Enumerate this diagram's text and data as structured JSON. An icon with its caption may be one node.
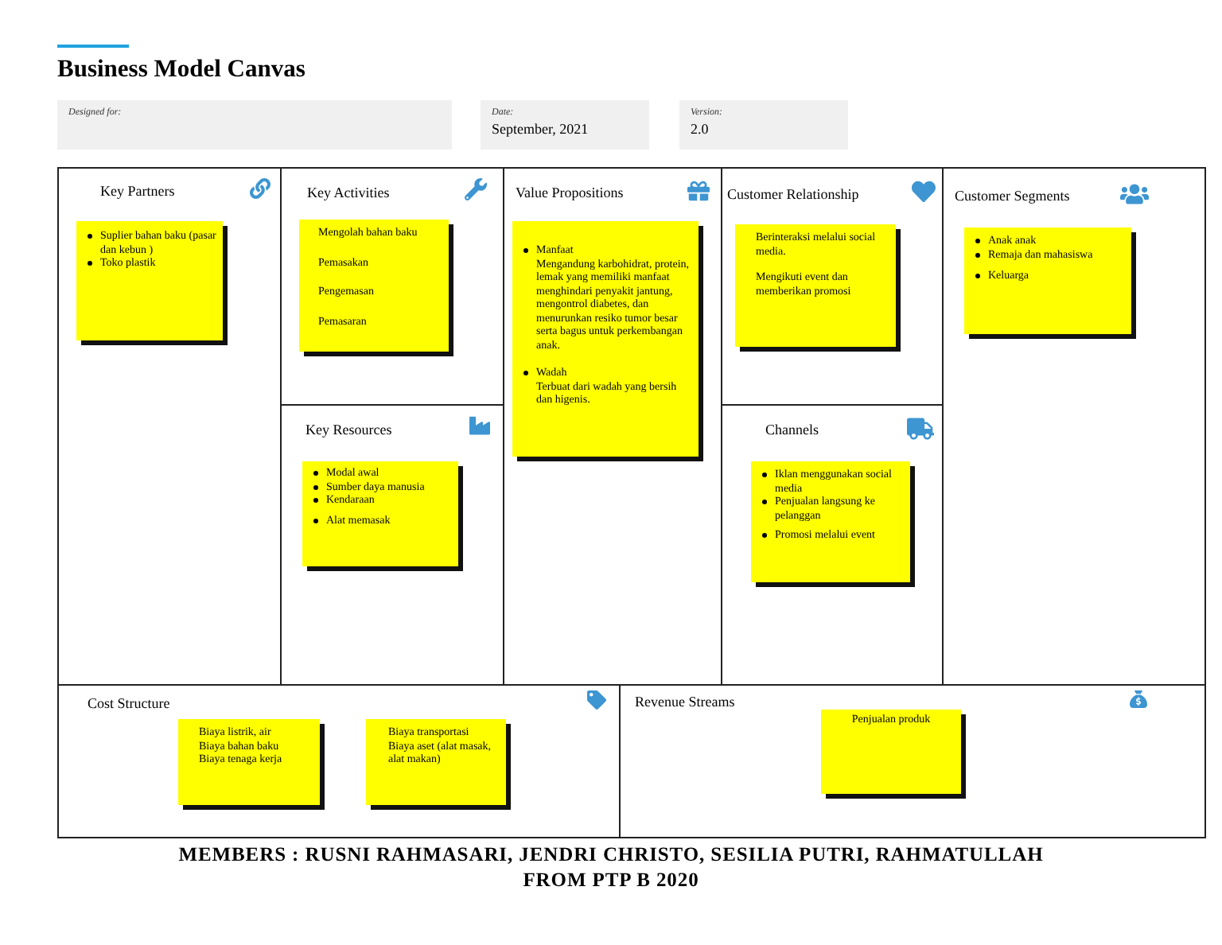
{
  "diagram": {
    "title": "Business Model Canvas",
    "nodes": [
      {
        "text": [
          "Designed for:"
        ]
      },
      {
        "text": [
          "Date:",
          "September, 2021"
        ]
      },
      {
        "text": [
          "Version:",
          "2.0"
        ]
      },
      {
        "text": [
          "Key Partners"
        ]
      },
      {
        "text": [
          "Suplier bahan baku (pasar dan kebun )",
          "Toko plastik"
        ],
        "in": 3
      },
      {
        "text": [
          "Key Activities"
        ]
      },
      {
        "text": [
          "Mengolah bahan baku",
          "Pemasakan",
          "Pengemasan",
          "Pemasaran"
        ],
        "in": 5
      },
      {
        "text": [
          "Value Propositions"
        ]
      },
      {
        "text": [
          "Manfaat",
          "Mengandung karbohidrat, protein, lemak yang memiliki manfaat menghindari penyakit jantung, mengontrol diabetes, dan menurunkan resiko tumor besar serta bagus untuk perkembangan anak.",
          "Wadah",
          "Terbuat dari wadah yang bersih dan higenis."
        ],
        "in": 7
      },
      {
        "text": [
          "Customer Relationship"
        ]
      },
      {
        "text": [
          "Berinteraksi melalui social media.",
          "Mengikuti event dan memberikan promosi"
        ],
        "in": 9
      },
      {
        "text": [
          "Customer Segments"
        ]
      },
      {
        "text": [
          "Anak anak",
          "Remaja dan mahasiswa",
          "Keluarga"
        ],
        "in": 11
      },
      {
        "text": [
          "Key Resources"
        ]
      },
      {
        "text": [
          "Modal awal",
          "Sumber daya manusia",
          "Kendaraan",
          "Alat memasak"
        ],
        "in": 13
      },
      {
        "text": [
          "Channels"
        ]
      },
      {
        "text": [
          "Iklan menggunakan social media",
          "Penjualan langsung ke pelanggan",
          "Promosi melalui event"
        ],
        "in": 15
      },
      {
        "text": [
          "Cost Structure"
        ]
      },
      {
        "text": [
          "Biaya listrik, air",
          "Biaya bahan baku",
          "Biaya tenaga kerja"
        ],
        "in": 17
      },
      {
        "text": [
          "Biaya transportasi",
          "Biaya aset (alat masak, alat makan)"
        ],
        "in": 17
      },
      {
        "text": [
          "Revenue Streams"
        ]
      },
      {
        "text": [
          "Penjualan produk"
        ],
        "in": 20
      }
    ],
    "labels": [
      "MEMBERS : RUSNI RAHMASARI, JENDRI CHRISTO, SESILIA PUTRI, RAHMATULLAH",
      "FROM PTP B 2020"
    ]
  }
}
